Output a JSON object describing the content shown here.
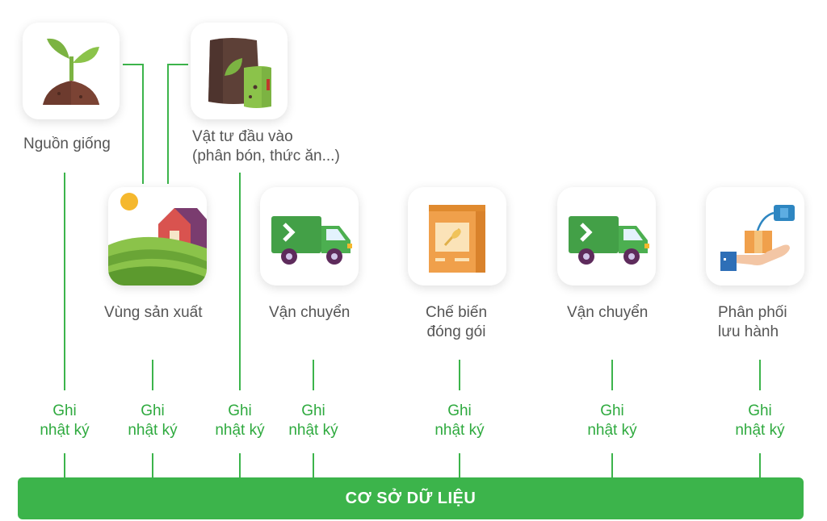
{
  "nodes": {
    "seed": {
      "label": "Nguồn giống"
    },
    "inputs": {
      "label_line1": "Vật tư đầu vào",
      "label_line2": "(phân bón, thức ăn...)"
    },
    "region": {
      "label": "Vùng sản xuất"
    },
    "transport1": {
      "label": "Vận chuyển"
    },
    "processing": {
      "label_line1": "Chế biến",
      "label_line2": "đóng gói"
    },
    "transport2": {
      "label": "Vận chuyển"
    },
    "distribution": {
      "label_line1": "Phân phối",
      "label_line2": "lưu hành"
    }
  },
  "log": {
    "line1": "Ghi",
    "line2": "nhật ký"
  },
  "database": {
    "label": "CƠ SỞ DỮ LIỆU"
  },
  "colors": {
    "accent": "#3cb44b",
    "log_text": "#2faa3f",
    "label_text": "#555555"
  },
  "icons": [
    "sprout-icon",
    "fertilizer-bag-icon",
    "farm-field-icon",
    "truck-icon",
    "package-icon",
    "truck-icon",
    "hand-box-icon"
  ]
}
